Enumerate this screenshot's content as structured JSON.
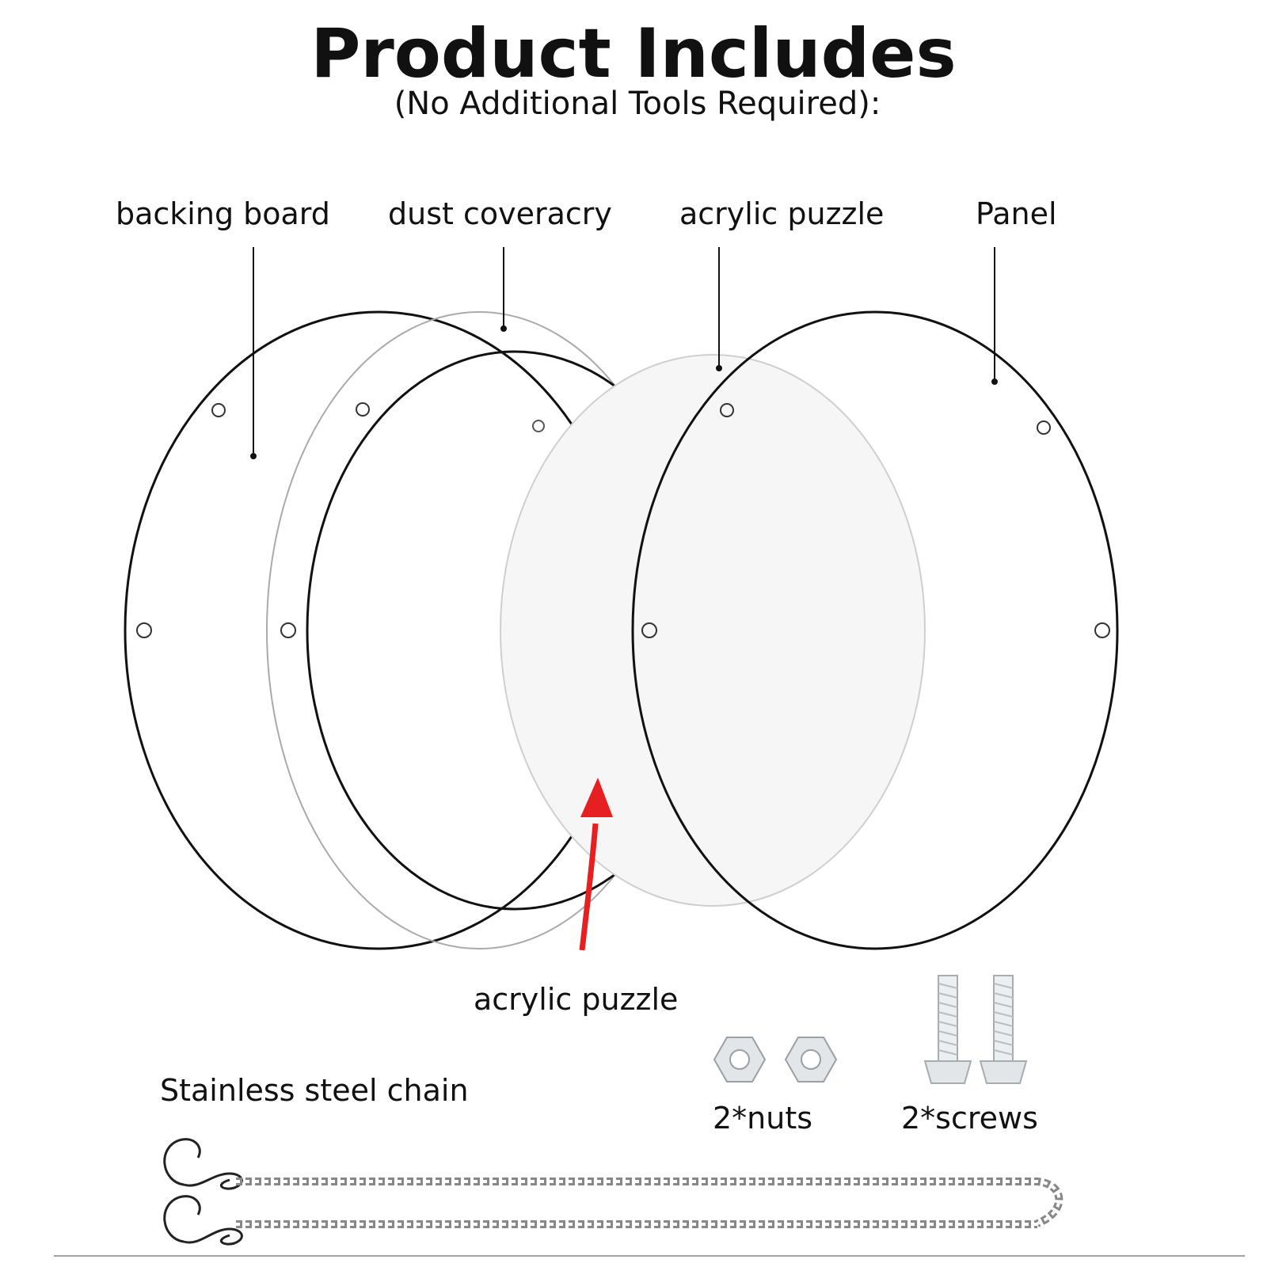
{
  "header": {
    "title": "Product Includes",
    "subtitle": "(No Additional Tools Required):"
  },
  "parts": {
    "backing_board": "backing board",
    "dust_cover": "dust coveracry",
    "acrylic_puzzle_top": "acrylic puzzle",
    "panel": "Panel",
    "acrylic_puzzle_bottom": "acrylic puzzle"
  },
  "accessories": {
    "chain": "Stainless steel chain",
    "nuts": "2*nuts",
    "screws": "2*screws"
  },
  "colors": {
    "outline": "#111111",
    "arrow": "#e62020",
    "hardware": "#bfc4c8"
  }
}
